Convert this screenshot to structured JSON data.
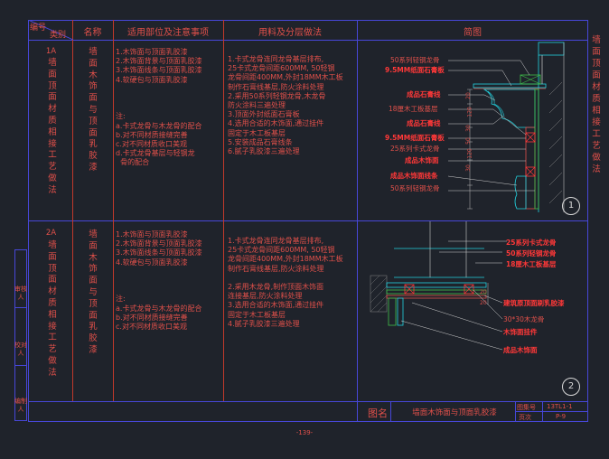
{
  "header": {
    "biaohao": "编号",
    "leibie": "类别",
    "name": "名称",
    "usage": "适用部位及注意事项",
    "material": "用料及分层做法",
    "diagram": "简图"
  },
  "right_title": "墙面顶面材质相接工艺做法",
  "rows": [
    {
      "code": "1A",
      "category": "墙面顶面材质相接工艺做法",
      "name": "墙面木饰面与顶面乳胶漆",
      "usage": "1.木饰面与顶面乳胶漆\n2.木饰面背景与顶面乳胶漆\n3.木饰面线条与顶面乳胶漆\n4.软硬包与顶面乳胶漆\n\n\n\n注:\na.卡式龙骨与木龙骨的配合\nb.对不同材质接缝完善\nc.对不同材质收口美观\nd.卡式龙骨基层与轻钢龙\n  骨的配合",
      "material": "1.卡式龙骨连同龙骨基层排布,\n25卡式龙骨间距600MM, 50轻钢\n龙骨间距400MM,外封18MM木工板\n制作石膏线基层,防火涂料处理\n2.采用50系列轻钢龙骨,木龙骨\n防火涂料三遍处理\n3.顶面外封纸面石膏板\n4.选用合适的木饰面,通过挂件\n固定于木工板基层\n5.安装成品石膏线条\n6.腻子乳胶漆三遍处理",
      "labels": [
        {
          "text": "50系列轻钢龙骨",
          "style": "n"
        },
        {
          "text": "9.5MM纸面石膏板",
          "style": "b"
        },
        {
          "text": "成品石膏线",
          "style": "b"
        },
        {
          "text": "18厘木工板基层",
          "style": "n"
        },
        {
          "text": "成品石膏线",
          "style": "b"
        },
        {
          "text": "9.5MM纸面石膏板",
          "style": "b"
        },
        {
          "text": "25系列卡式龙骨",
          "style": "n"
        },
        {
          "text": "成品木饰面",
          "style": "b"
        },
        {
          "text": "成品木饰面线条",
          "style": "b"
        },
        {
          "text": "50系列轻钢龙骨",
          "style": "n"
        }
      ],
      "dims": [
        "20",
        "120",
        "30",
        "50",
        "120",
        "30"
      ],
      "circle": "1"
    },
    {
      "code": "2A",
      "category": "墙面顶面材质相接工艺做法",
      "name": "墙面木饰面与顶面乳胶漆",
      "usage": "1.木饰面与顶面乳胶漆\n2.木饰面背景与顶面乳胶漆\n3.木饰面线条与顶面乳胶漆\n4.软硬包与顶面乳胶漆\n\n\n\n注:\na.卡式龙骨与木龙骨的配合\nb.对不同材质接缝完善\nc.对不同材质收口美观",
      "material": "1.卡式龙骨连同龙骨基层排布,\n25卡式龙骨间距600MM, 50轻钢\n龙骨间距400MM,外封18MM木工板\n制作石膏线基层,防火涂料处理\n\n2.采用木龙骨,制作顶面木饰面\n连接基层,防火涂料处理\n3.选用合适的木饰面,通过挂件\n固定于木工板基层\n4.腻子乳胶漆三遍处理",
      "labels": [
        {
          "text": "25系列卡式龙骨",
          "style": "b"
        },
        {
          "text": "50系列轻钢龙骨",
          "style": "b"
        },
        {
          "text": "18厘木工板基层",
          "style": "b"
        },
        {
          "text": "建筑原顶面刷乳胶漆",
          "style": "b"
        },
        {
          "text": "30*30木龙骨",
          "style": "n"
        },
        {
          "text": "木饰面挂件",
          "style": "b"
        },
        {
          "text": "成品木饰面",
          "style": "b"
        }
      ],
      "dims": [
        "20",
        "20"
      ],
      "circle": "2"
    }
  ],
  "side_labels": [
    "审核人",
    "校对人",
    "编制人"
  ],
  "footer": {
    "tu_label": "图名",
    "tu_name": "墙面木饰面与顶面乳胶漆",
    "tuji_label": "图集号",
    "tuji_value": "13TL1-1",
    "ye_label": "页次",
    "ye_value": "P-9",
    "page_number": "-139-"
  },
  "colors": {
    "frame": "#4747d8",
    "text": "#e0504a",
    "label_bold": "#ff3838",
    "cyan": "#22d3e0",
    "green": "#3fc14a"
  }
}
